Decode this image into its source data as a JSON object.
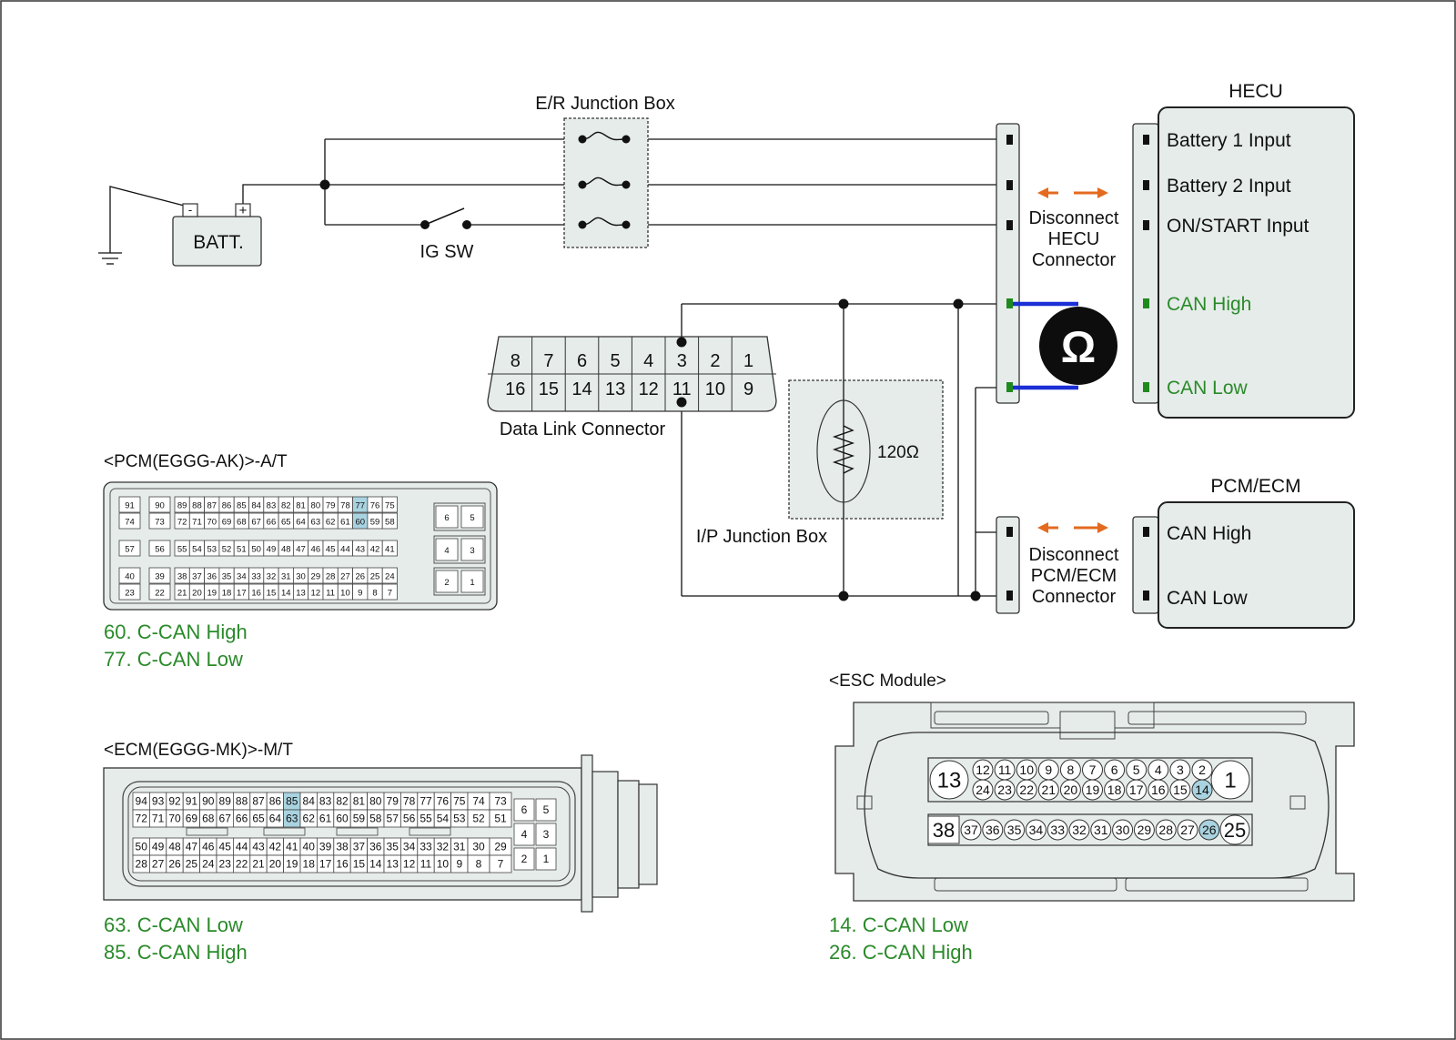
{
  "battery": {
    "label": "BATT.",
    "neg": "-",
    "pos": "+"
  },
  "ig_switch": {
    "label": "IG SW"
  },
  "er_junction_box": {
    "label": "E/R Junction Box"
  },
  "hecu": {
    "title": "HECU",
    "pins": [
      "Battery 1 Input",
      "Battery 2 Input",
      "ON/START Input",
      "CAN High",
      "CAN Low"
    ]
  },
  "pcm_ecm": {
    "title": "PCM/ECM",
    "pins": [
      "CAN High",
      "CAN Low"
    ]
  },
  "disconnect_hecu": [
    "Disconnect",
    "HECU",
    "Connector"
  ],
  "disconnect_pcm": [
    "Disconnect",
    "PCM/ECM",
    "Connector"
  ],
  "meter_symbol": "Ω",
  "resistor": {
    "label": "120Ω"
  },
  "ip_junction_box": {
    "label": "I/P Junction Box"
  },
  "dlc": {
    "label": "Data Link Connector",
    "top_pins": [
      "8",
      "7",
      "6",
      "5",
      "4",
      "3",
      "2",
      "1"
    ],
    "bottom_pins": [
      "16",
      "15",
      "14",
      "13",
      "12",
      "11",
      "10",
      "9"
    ]
  },
  "pcm_connector": {
    "title": "<PCM(EGGG-AK)>-A/T",
    "row1": [
      "91",
      "90",
      "89",
      "88",
      "87",
      "86",
      "85",
      "84",
      "83",
      "82",
      "81",
      "80",
      "79",
      "78",
      "77",
      "76",
      "75"
    ],
    "row2": [
      "74",
      "73",
      "72",
      "71",
      "70",
      "69",
      "68",
      "67",
      "66",
      "65",
      "64",
      "63",
      "62",
      "61",
      "60",
      "59",
      "58"
    ],
    "row3": [
      "57",
      "56",
      "55",
      "54",
      "53",
      "52",
      "51",
      "50",
      "49",
      "48",
      "47",
      "46",
      "45",
      "44",
      "43",
      "42",
      "41"
    ],
    "row4": [
      "40",
      "39",
      "38",
      "37",
      "36",
      "35",
      "34",
      "33",
      "32",
      "31",
      "30",
      "29",
      "28",
      "27",
      "26",
      "25",
      "24"
    ],
    "row5": [
      "23",
      "22",
      "21",
      "20",
      "19",
      "18",
      "17",
      "16",
      "15",
      "14",
      "13",
      "12",
      "11",
      "10",
      "9",
      "8",
      "7"
    ],
    "side": [
      "6",
      "5",
      "4",
      "3",
      "2",
      "1"
    ],
    "highlight": [
      "77",
      "60"
    ],
    "notes": [
      "60. C-CAN High",
      "77. C-CAN Low"
    ]
  },
  "ecm_connector": {
    "title": "<ECM(EGGG-MK)>-M/T",
    "row1": [
      "94",
      "93",
      "92",
      "91",
      "90",
      "89",
      "88",
      "87",
      "86",
      "85",
      "84",
      "83",
      "82",
      "81",
      "80",
      "79",
      "78",
      "77",
      "76",
      "75",
      "74",
      "73"
    ],
    "row2": [
      "72",
      "71",
      "70",
      "69",
      "68",
      "67",
      "66",
      "65",
      "64",
      "63",
      "62",
      "61",
      "60",
      "59",
      "58",
      "57",
      "56",
      "55",
      "54",
      "53",
      "52",
      "51"
    ],
    "row3": [
      "50",
      "49",
      "48",
      "47",
      "46",
      "45",
      "44",
      "43",
      "42",
      "41",
      "40",
      "39",
      "38",
      "37",
      "36",
      "35",
      "34",
      "33",
      "32",
      "31",
      "30",
      "29"
    ],
    "row4": [
      "28",
      "27",
      "26",
      "25",
      "24",
      "23",
      "22",
      "21",
      "20",
      "19",
      "18",
      "17",
      "16",
      "15",
      "14",
      "13",
      "12",
      "11",
      "10",
      "9",
      "8",
      "7"
    ],
    "side": [
      "6",
      "5",
      "4",
      "3",
      "2",
      "1"
    ],
    "highlight": [
      "85",
      "63"
    ],
    "notes": [
      "63. C-CAN Low",
      "85. C-CAN High"
    ]
  },
  "esc_connector": {
    "title": "<ESC Module>",
    "top_big": [
      "13",
      "1"
    ],
    "top_row1": [
      "12",
      "11",
      "10",
      "9",
      "8",
      "7",
      "6",
      "5",
      "4",
      "3",
      "2"
    ],
    "top_row2": [
      "24",
      "23",
      "22",
      "21",
      "20",
      "19",
      "18",
      "17",
      "16",
      "15",
      "14"
    ],
    "bottom_big": [
      "38",
      "25"
    ],
    "bottom_row": [
      "37",
      "36",
      "35",
      "34",
      "33",
      "32",
      "31",
      "30",
      "29",
      "28",
      "27",
      "26"
    ],
    "highlight": [
      "14",
      "26"
    ],
    "notes": [
      "14. C-CAN Low",
      "26. C-CAN High"
    ]
  }
}
